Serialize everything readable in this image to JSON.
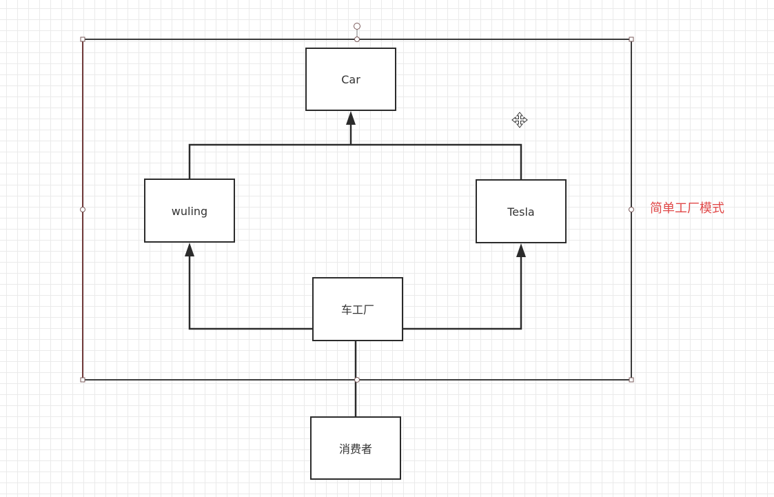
{
  "caption": "简单工厂模式",
  "nodes": {
    "car": "Car",
    "wuling": "wuling",
    "tesla": "Tesla",
    "factory": "车工厂",
    "consumer": "消费者"
  },
  "colors": {
    "caption": "#e04848",
    "stroke": "#2b2b2b",
    "grid": "#eaeaea"
  },
  "icons": {
    "cursor": "move-cursor-icon"
  }
}
